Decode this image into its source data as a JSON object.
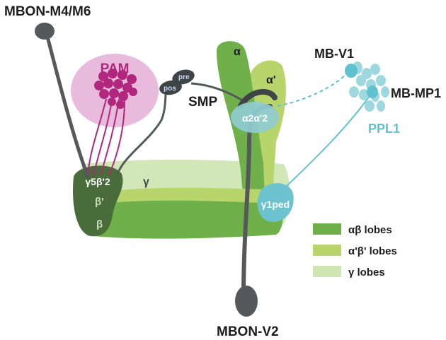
{
  "labels": {
    "mbon_m4m6": "MBON-M4/M6",
    "pam": "PAM",
    "smp": "SMP",
    "pre": "pre",
    "pos": "pos",
    "alpha": "α",
    "alpha_prime": "α'",
    "a2a2": "α2α'2",
    "mb_v1": "MB-V1",
    "mb_mp1": "MB-MP1",
    "ppl1": "PPL1",
    "g5b2": "γ5β'2",
    "gamma": "γ",
    "beta_prime": "β'",
    "beta": "β",
    "g1ped": "γ1ped",
    "mbon_v2": "MBON-V2"
  },
  "legend": [
    {
      "label": "αβ lobes",
      "color": "#6fb04b"
    },
    {
      "label": "α'β' lobes",
      "color": "#b7d56b"
    },
    {
      "label": "γ lobes",
      "color": "#cfe6b4"
    }
  ],
  "colors": {
    "ab": "#6fb04b",
    "apbp": "#b7d56b",
    "gamma": "#cfe6b4",
    "pam": "#b0277d",
    "pam_cloud": "#e4aed6",
    "ppl1": "#5fc3cf",
    "ppl1_light": "#9ed8df",
    "neuron": "#55595b",
    "text_dark": "#1e1e1e"
  }
}
